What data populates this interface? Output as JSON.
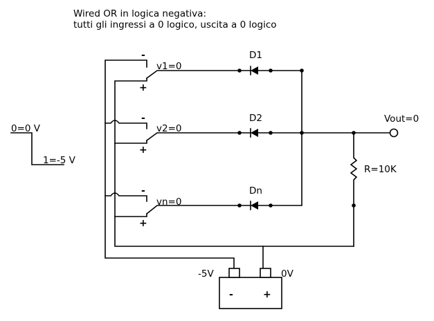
{
  "title": {
    "line1": "Wired OR in logica negativa:",
    "line2": "tutti gli ingressi a 0 logico, uscita a 0 logico"
  },
  "legend": {
    "level0": "0=0 V",
    "level1": "1=-5 V"
  },
  "switches": [
    {
      "label": "v1=0",
      "minus": "-",
      "plus": "+"
    },
    {
      "label": "v2=0",
      "minus": "-",
      "plus": "+"
    },
    {
      "label": "vn=0",
      "minus": "-",
      "plus": "+"
    }
  ],
  "diodes": [
    {
      "label": "D1"
    },
    {
      "label": "D2"
    },
    {
      "label": "Dn"
    }
  ],
  "output": {
    "label": "Vout=0"
  },
  "resistor": {
    "label": "R=10K"
  },
  "battery": {
    "neg_terminal_label": "-5V",
    "pos_terminal_label": "0V",
    "neg_sign": "-",
    "pos_sign": "+"
  }
}
